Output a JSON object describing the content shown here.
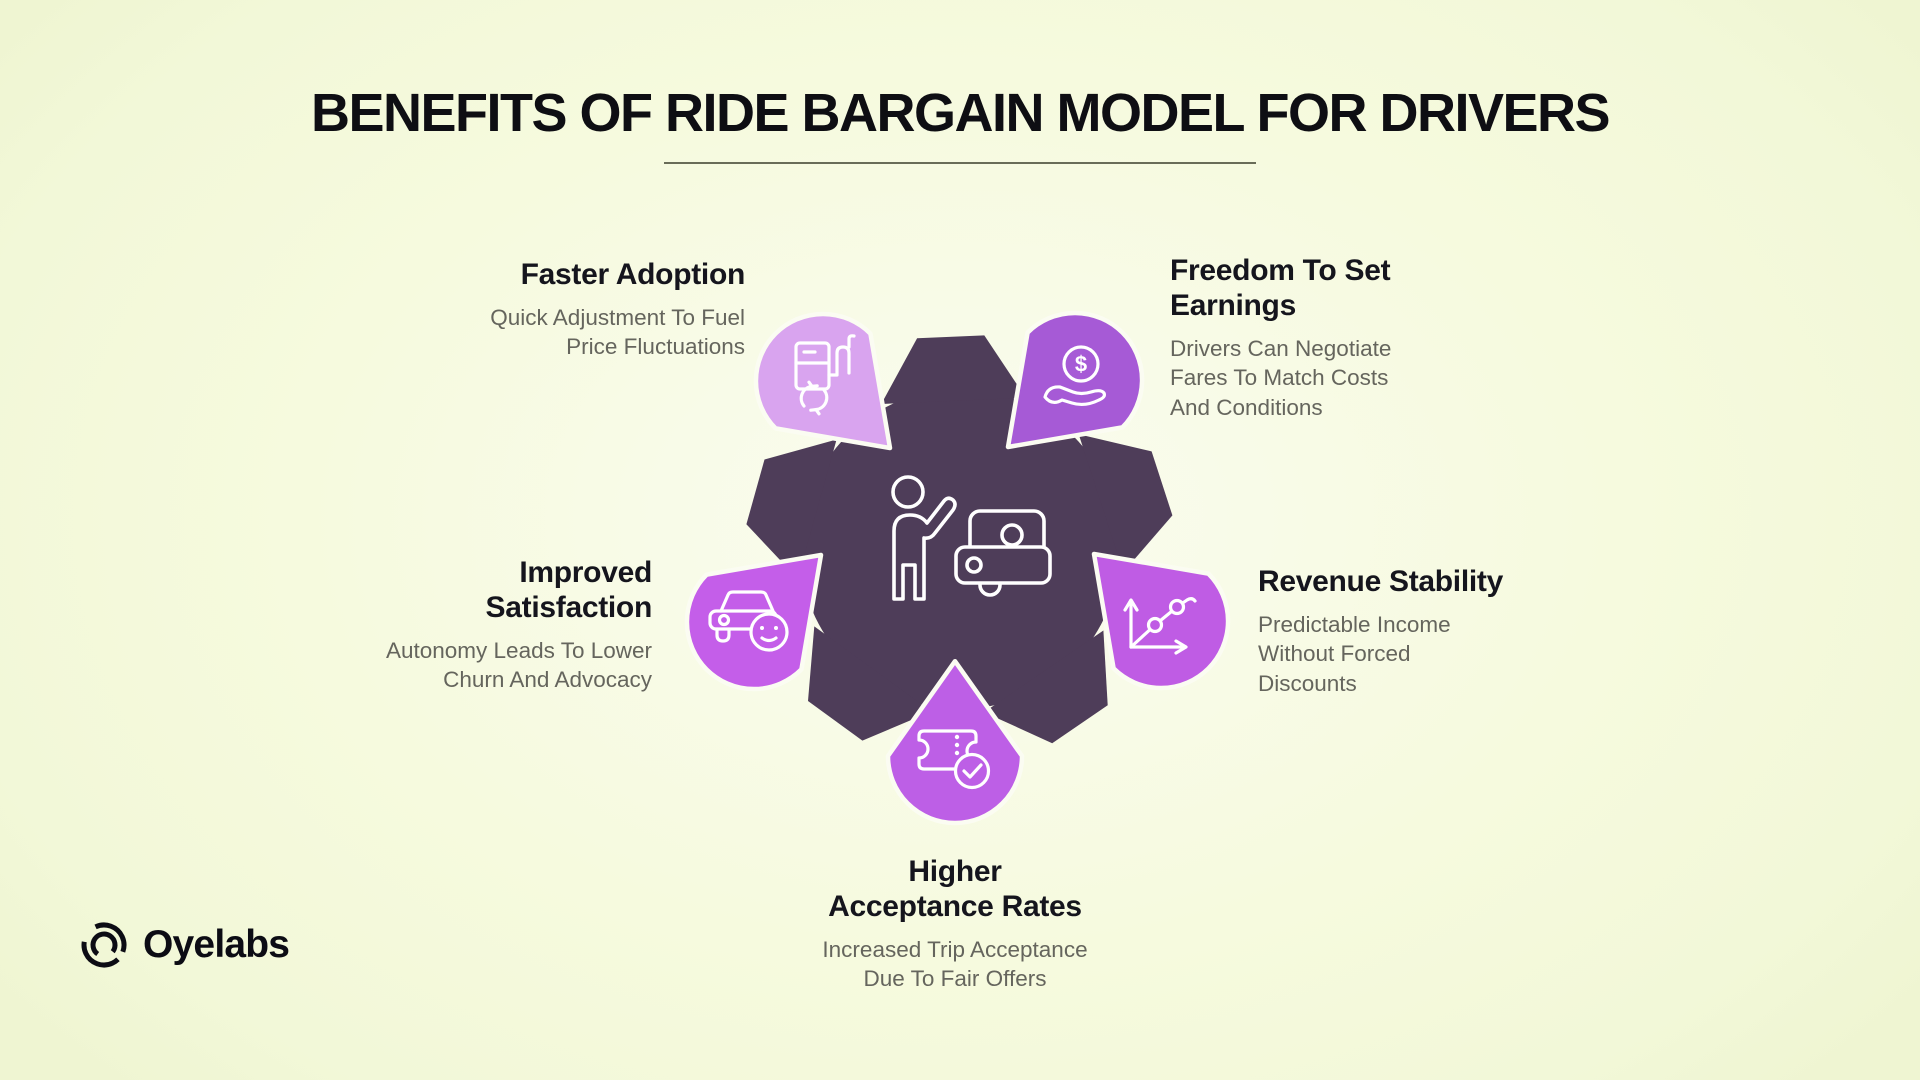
{
  "title": "BENEFITS OF RIDE BARGAIN MODEL FOR DRIVERS",
  "brand": {
    "name": "Oyelabs"
  },
  "center": {
    "icon": "driver-hailing-car"
  },
  "benefits": [
    {
      "heading": "Faster Adoption",
      "description": "Quick Adjustment To Fuel\nPrice Fluctuations",
      "icon": "fuel-pump-refresh",
      "petal_color": "#d9a4ef"
    },
    {
      "heading": "Freedom To Set\nEarnings",
      "description": "Drivers Can Negotiate\nFares To Match Costs\nAnd Conditions",
      "icon": "hand-dollar-coin",
      "petal_color": "#a65ad6",
      "currency_symbol": "$"
    },
    {
      "heading": "Improved\nSatisfaction",
      "description": "Autonomy Leads To Lower\nChurn And Advocacy",
      "icon": "car-smiley",
      "petal_color": "#c45ee9"
    },
    {
      "heading": "Revenue Stability",
      "description": "Predictable Income\nWithout Forced\nDiscounts",
      "icon": "growth-chart",
      "petal_color": "#bf5ce4"
    },
    {
      "heading": "Higher\nAcceptance Rates",
      "description": "Increased Trip Acceptance\nDue To Fair Offers",
      "icon": "ticket-check",
      "petal_color": "#bd5fe6"
    }
  ],
  "colors": {
    "background": "#f6fade",
    "center_blob": "#4e3d59",
    "petal_stroke": "#fbfcf2",
    "title_text": "#0e0e13",
    "heading_text": "#15151d",
    "body_text": "#65655d",
    "underline": "#50523f"
  }
}
